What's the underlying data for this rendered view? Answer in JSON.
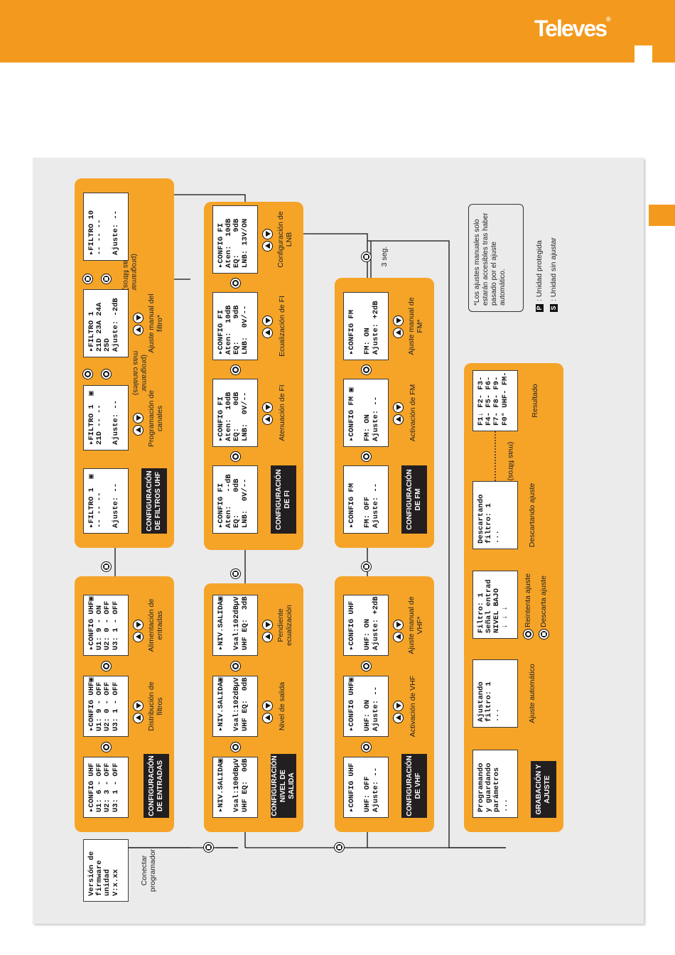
{
  "header": {
    "brand": "Televes",
    "brand_mark": "®"
  },
  "start": {
    "lcd": "Versión de\nfirmware\nunidad\nV:x.xx",
    "label": "Conectar\nprogramador"
  },
  "rows": {
    "entradas": {
      "title": "CONFIGURACIÓN\nDE ENTRADAS",
      "lcds": [
        "▸CONFIG UHF\nU1: 6 - OFF\nU2: 3 - OFF\nU3: 1 - OFF",
        "▸CONFIG UHF▣\nU1: 9 - OFF\nU2: 0 - OFF\nU3: 1 - OFF",
        "▸CONFIG UHF▣\nU1: 9 - ON\nU2: 0 - OFF\nU3: 1 - OFF"
      ],
      "labels": [
        "Distribución\nde filtros",
        "Alimentación\nde entradas"
      ]
    },
    "filtros": {
      "title": "CONFIGURACIÓN\nDE FILTROS UHF",
      "lcds": [
        "▸FILTRO 1  ▣\n-- -- --\n\nAjuste: --",
        "▸FILTRO 1  ▣\n21D -- --\n\nAjuste: --",
        "▸FILTRO 1\n21D 23A 24A\n25D\nAjuste: -2dB",
        "▸FILTRO 10\n-- -- --\n\nAjuste: --"
      ],
      "labels": [
        "Programación\nde canales",
        "(programar\nmas canales)",
        "Ajuste manual\ndel filtro*",
        "(programar\nmas filtros)"
      ]
    },
    "salida": {
      "title": "CONFIGURACIÓN\nNIVEL DE SALIDA",
      "lcds": [
        "▸NIV.SALIDA▣\n\nVsal:100dBµV\nUHF EQ:  0dB",
        "▸NIV.SALIDA▣\n\nVsal:102dBµV\nUHF EQ:  0dB",
        "▸NIV.SALIDA▣\n\nVsal:102dBµV\nUHF EQ:  3dB"
      ],
      "labels": [
        "Nivel de salida",
        "Pendiente\necualización"
      ]
    },
    "fi": {
      "title": "CONFIGURACIÓN\nDE FI",
      "lcds": [
        "▸CONFIG FI\nAten:   --dB\nEQ:     0dB\nLNB:  0V/--",
        "▸CONFIG FI\nAten:  10dB\nEQ:     0dB\nLNB:  0V/--",
        "▸CONFIG FI\nAten:  10dB\nEQ:     9dB\nLNB:  0V/--",
        "▸CONFIG FI\nAten:  10dB\nEQ:     9dB\nLNB: 13V/ON"
      ],
      "labels": [
        "Atenuación de FI",
        "Ecualización de FI",
        "Configuración\nde LNB"
      ]
    },
    "vhf": {
      "title": "CONFIGURACIÓN\nDE VHF",
      "lcds": [
        "▸CONFIG UHF\n\nUHF: OFF\nAjuste: --",
        "▸CONFIG UHF▣\n\nUHF: ON\nAjuste: --",
        "▸CONFIG UHF\n\nUHF: ON\nAjuste: +2dB"
      ],
      "labels": [
        "Activación de VHF",
        "Ajuste manual\nde VHF*"
      ]
    },
    "fm": {
      "title": "CONFIGURACIÓN\nDE FM",
      "lcds": [
        "▸CONFIG FM\n\nFM: OFF\nAjuste: --",
        "▸CONFIG FM ▣\n\nFM: ON\nAjuste: --",
        "▸CONFIG FM\n\nFM: ON\nAjuste: +2dB"
      ],
      "labels": [
        "Activación de FM",
        "Ajuste manual\nde FM*"
      ],
      "hold": "3 seg."
    },
    "grabacion": {
      "title": "GRABACIÓN\nY AJUSTE",
      "lcds": [
        "Programando\ny guardando\nparámetros\n...",
        "Ajustando\nfiltro: 1\n...",
        "Filtro: 1\nSeñal entrad\nNIVEL BAJO\n ↓ ↓ ↓",
        "Descartando\nfiltro: 1\n...",
        "F1↓ F2- F3-\nF4- F5- F6-\nF7- F8- F9-\nF0° UHF- FM-"
      ],
      "labels": [
        "Ajuste\nautomático",
        "Reintenta ajuste",
        "Descarta ajuste",
        "Descartando\najuste",
        "(mas filtros)",
        "Resultado"
      ]
    }
  },
  "note": "*Los ajustes manuales solo estarán accesibles tras haber pasado por el ajuste automático.",
  "legend": [
    {
      "glyph": "P",
      "text": ": Unidad protegida"
    },
    {
      "glyph": "S",
      "text": ": Unidad sin ajustar"
    }
  ]
}
